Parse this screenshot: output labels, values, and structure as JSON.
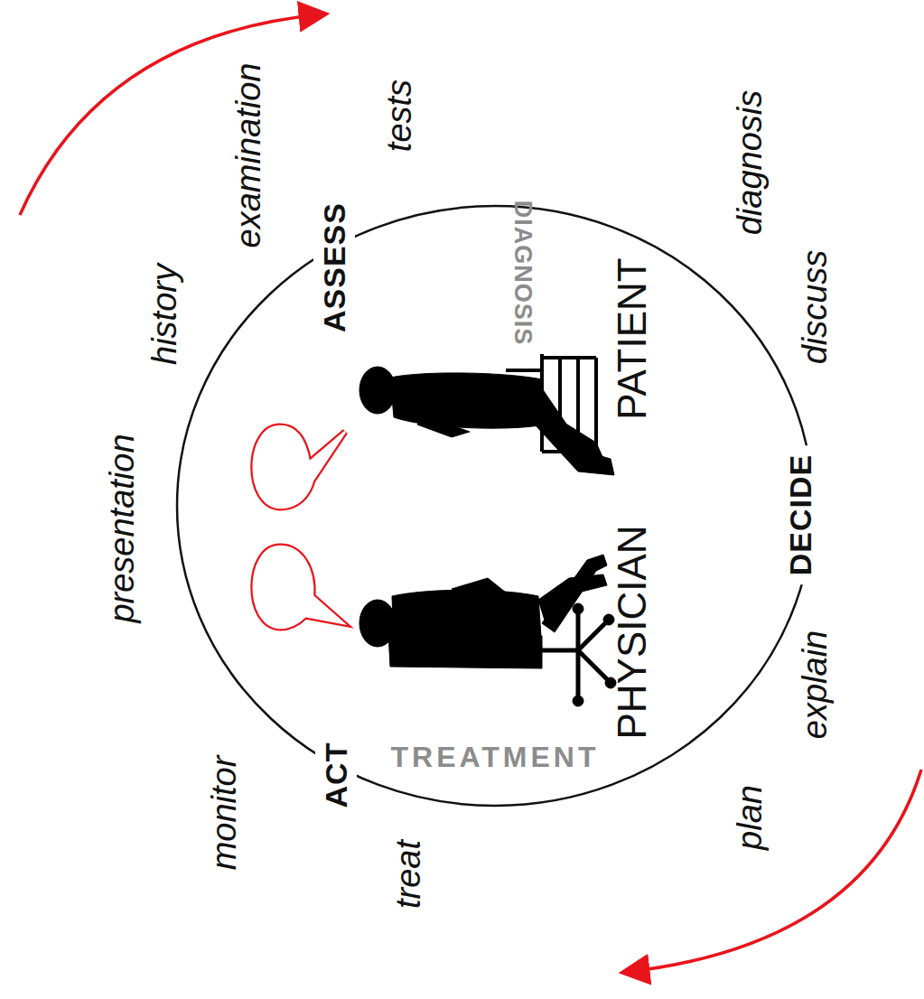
{
  "diagram": {
    "labels": [
      "examination",
      "history",
      "presentation",
      "tests",
      "ASSESS",
      "DIAGNOSIS",
      "PATIENT",
      "PHYSICIAN",
      "TREATMENT",
      "ACT",
      "monitor",
      "treat",
      "plan",
      "explain",
      "DECIDE",
      "discuss",
      "diagnosis"
    ]
  }
}
